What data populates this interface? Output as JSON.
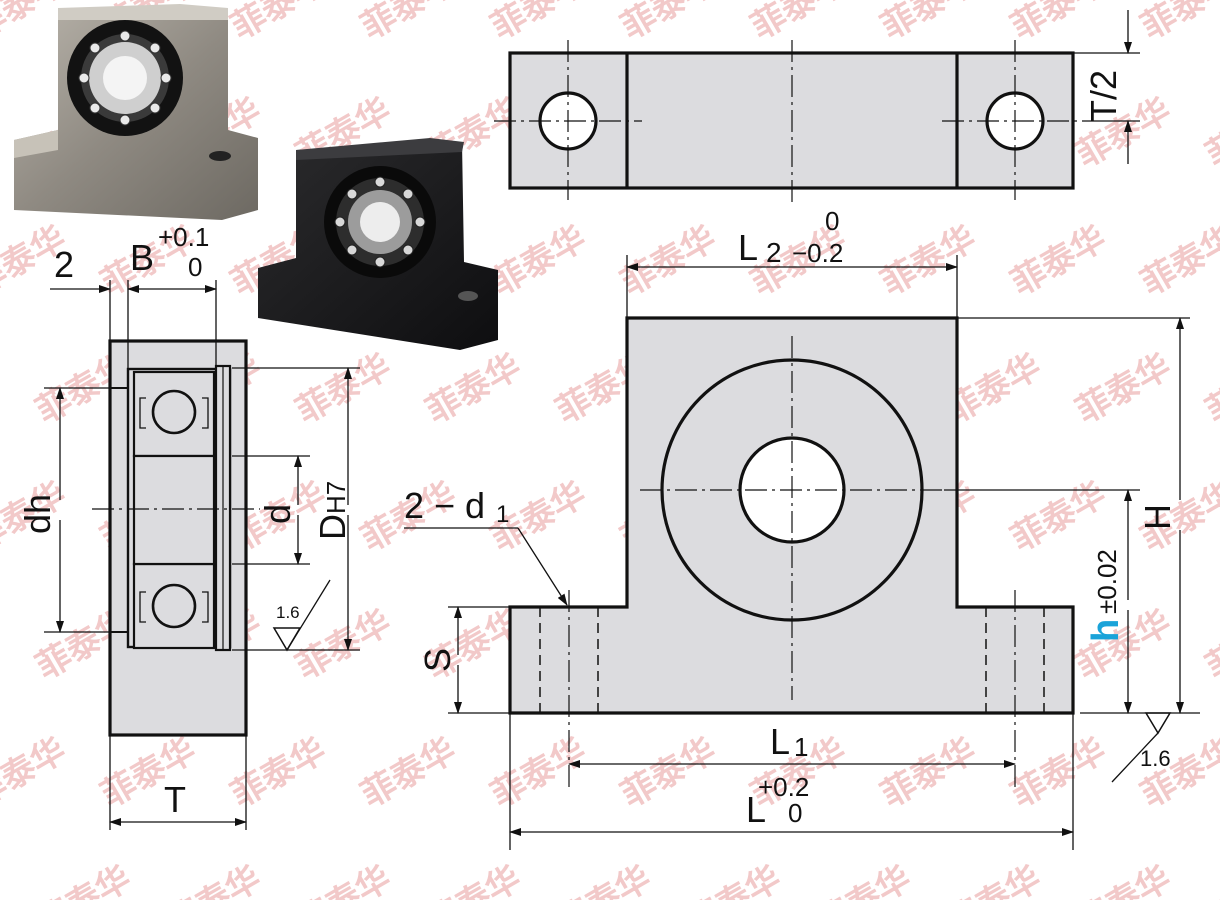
{
  "watermark": "菲泰华",
  "photos": {
    "silver_block": "silver-bearing-block-photo",
    "black_block": "black-bearing-block-photo"
  },
  "side_view": {
    "dim_2": "2",
    "dim_B": "B",
    "tol_B_upper": "+0.1",
    "tol_B_lower": "0",
    "dim_dh": "dh",
    "dim_d": "d",
    "dim_D": "D",
    "dim_D_sub": "H7",
    "roughness": "1.6",
    "dim_T": "T"
  },
  "top_view": {
    "dim_T_half": "T/2"
  },
  "front_view": {
    "dim_L2": "L",
    "dim_L2_sub": "2",
    "tol_L2_upper": "0",
    "tol_L2_lower": "−0.2",
    "dim_2d1": "2 − d",
    "dim_2d1_sub": "1",
    "dim_S": "S",
    "dim_h": "h",
    "tol_h": "±0.02",
    "dim_H": "H",
    "dim_L1": "L",
    "dim_L1_sub": "1",
    "dim_L": "L",
    "tol_L_upper": "+0.2",
    "tol_L_lower": "0",
    "roughness": "1.6"
  },
  "colors": {
    "part_fill": "#dcdcdf",
    "outline": "#111111",
    "h_highlight": "#1aa3d9",
    "watermark": "#f2c9c9"
  }
}
